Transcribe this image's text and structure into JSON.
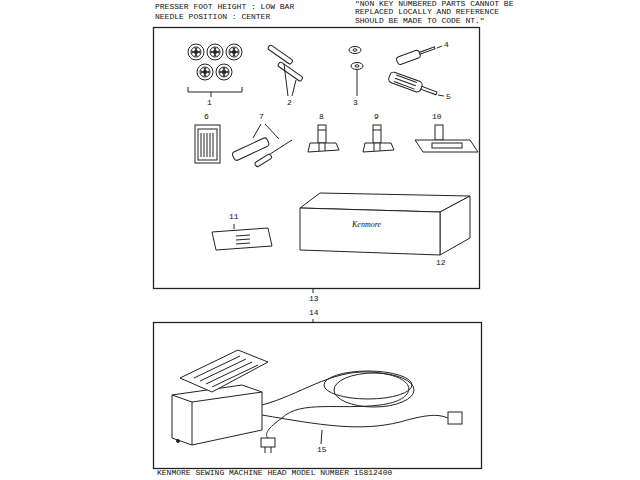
{
  "diagram": {
    "labels": [
      "PRESSER FOOT HEIGHT : LOW BAR",
      "NEEDLE POSITION : CENTER",
      "\"NON KEY NUMBERED PARTS CANNOT BE REPLACED LOCALLY AND REFERENCE SHOULD BE MADE TO CODE NT.\"",
      "1",
      "2",
      "3",
      "4",
      "5",
      "6",
      "7",
      "8",
      "9",
      "10",
      "11",
      "12",
      "Kenmore",
      "13",
      "14",
      "15",
      "KENMORE SEWING MACHINE HEAD MODEL NUMBER 15812400"
    ]
  }
}
